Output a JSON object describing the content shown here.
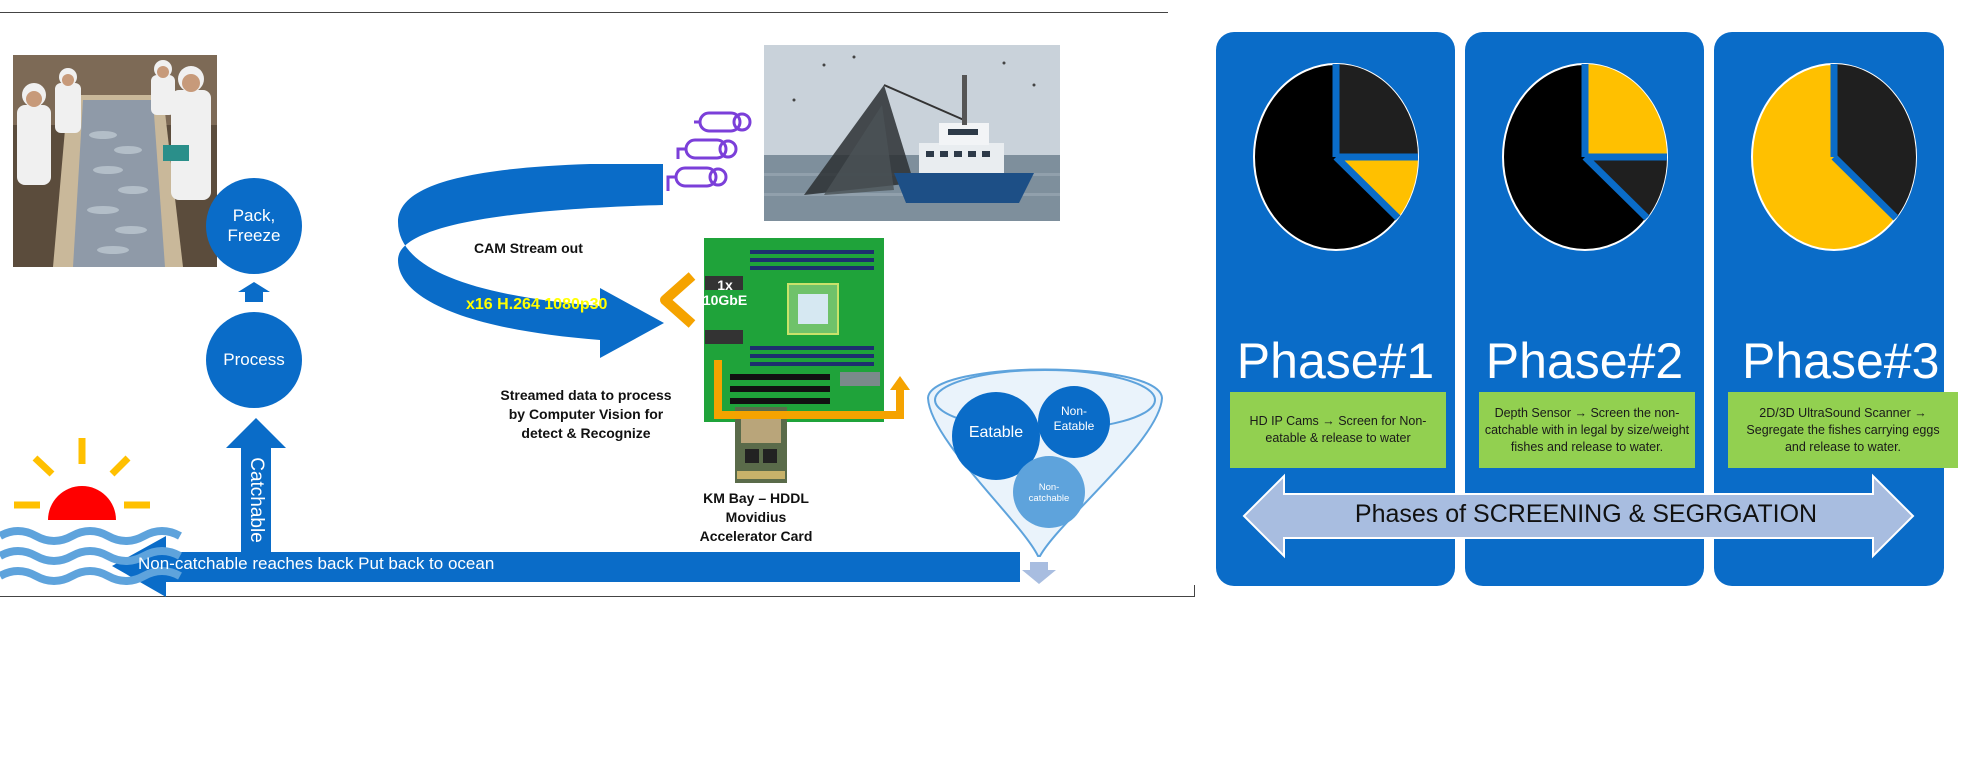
{
  "diagram": {
    "stream_label": "CAM Stream out",
    "stream_spec": "x16 H.264 1080p30",
    "nic_label": "1x\n10GbE",
    "process_text": "Streamed data to process\nby Computer Vision for\ndetect & Recognize",
    "card_label": "KM Bay – HDDL\nMovidius\nAccelerator Card",
    "pack_freeze": "Pack,\nFreeze",
    "process": "Process",
    "catchable": "Catchable",
    "return_arrow": "Non-catchable reaches back Put back to ocean",
    "funnel": {
      "eatable": "Eatable",
      "non_eatable": "Non-\nEatable",
      "non_catchable": "Non-\ncatchable"
    }
  },
  "phases": {
    "items": [
      {
        "title": "Phase#1",
        "desc": "HD IP Cams → Screen for Non-\neatable & release to water"
      },
      {
        "title": "Phase#2",
        "desc": "Depth Sensor → Screen the non-\ncatchable with in legal by size/weight\nfishes and release to water."
      },
      {
        "title": "Phase#3",
        "desc": "2D/3D UltraSound Scanner →\nSegregate the fishes carrying eggs\nand release to water."
      }
    ],
    "banner": "Phases of SCREENING & SEGRGATION"
  },
  "colors": {
    "intel_blue": "#0a6cc8",
    "light_blue": "#5ea3dc",
    "yellow": "#ffc000",
    "green": "#92d050",
    "orange": "#f5a300",
    "banner": "#a8bde0",
    "sun_red": "#ff0000"
  }
}
